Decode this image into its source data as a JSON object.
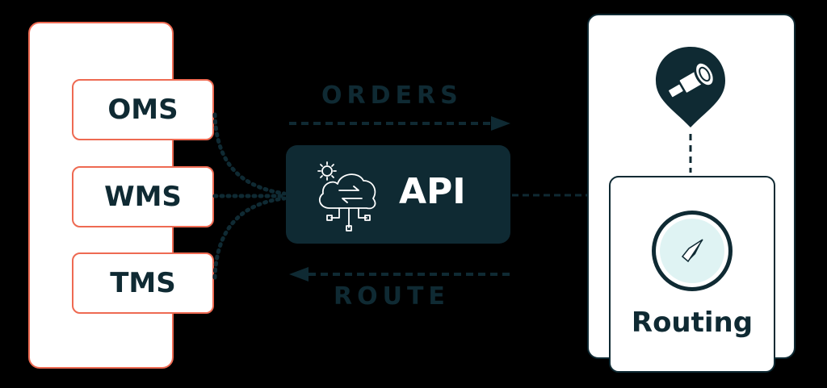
{
  "systems": [
    {
      "label": "OMS"
    },
    {
      "label": "WMS"
    },
    {
      "label": "TMS"
    }
  ],
  "flows": {
    "orders_label": "ORDERS",
    "route_label": "ROUTE"
  },
  "api": {
    "label": "API",
    "icon": "cloud-gear-network-icon"
  },
  "service": {
    "top_icon": "location-pin-telescope-icon",
    "routing_icon": "compass-icon",
    "label": "Routing"
  },
  "colors": {
    "background": "#000000",
    "dark": "#0f2a33",
    "accent": "#ee6a52",
    "white": "#ffffff",
    "compass_fill": "#dff3f3"
  }
}
